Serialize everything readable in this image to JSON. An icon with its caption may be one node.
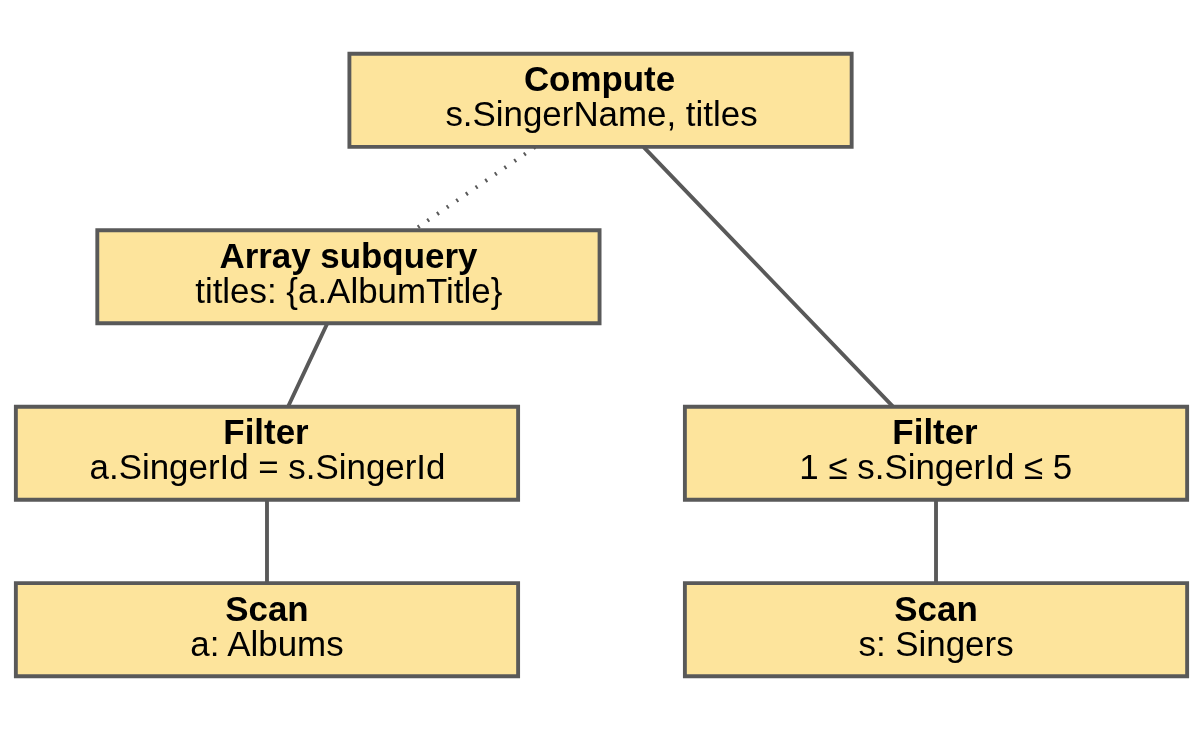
{
  "diagram": {
    "nodes": [
      {
        "text": [
          "Compute",
          "s.SingerName, titles"
        ]
      },
      {
        "text": [
          "Array subquery",
          "titles: {a.AlbumTitle}"
        ]
      },
      {
        "text": [
          "Filter",
          "1 ≤ s.SingerId ≤ 5"
        ]
      },
      {
        "text": [
          "Filter",
          "a.SingerId = s.SingerId"
        ]
      },
      {
        "text": [
          "Scan",
          "s: Singers"
        ]
      },
      {
        "text": [
          "Scan",
          "a: Albums"
        ]
      }
    ],
    "edges": [
      {
        "from": 0,
        "to": 1,
        "arrow": "none",
        "style": "dashed"
      },
      {
        "from": 0,
        "to": 2,
        "arrow": "none"
      },
      {
        "from": 1,
        "to": 3,
        "arrow": "none"
      },
      {
        "from": 2,
        "to": 4,
        "arrow": "none"
      },
      {
        "from": 3,
        "to": 5,
        "arrow": "none"
      }
    ]
  }
}
